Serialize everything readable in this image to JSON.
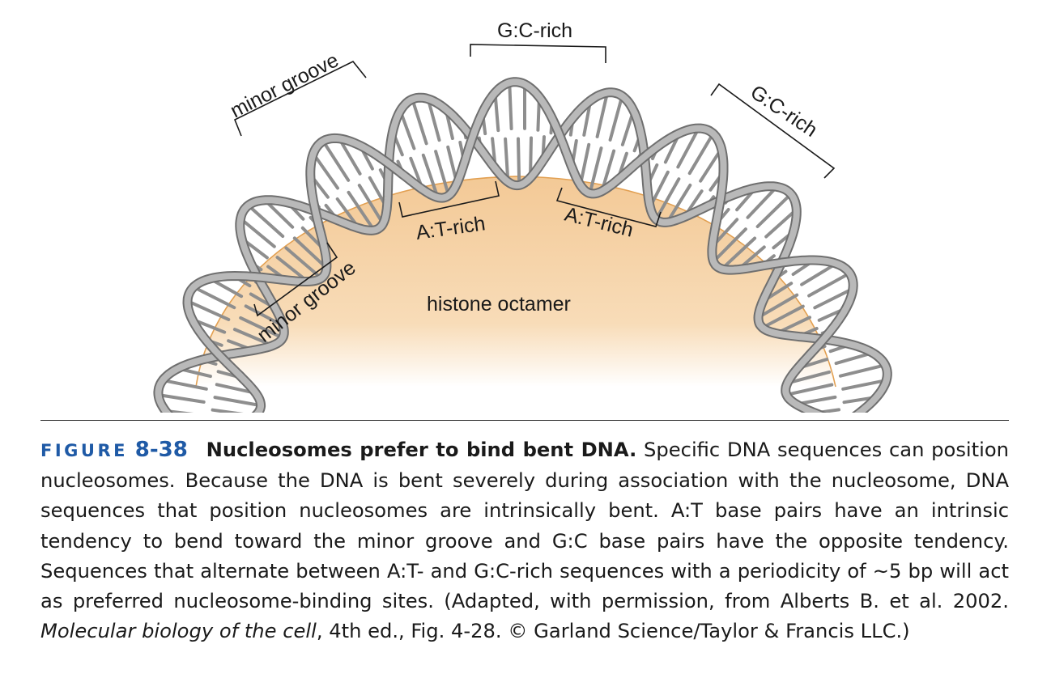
{
  "figure": {
    "labels": {
      "minor_groove_top": "minor groove",
      "minor_groove_bottom": "minor groove",
      "gc_rich_top": "G:C-rich",
      "gc_rich_right": "G:C-rich",
      "at_rich_left": "A:T-rich",
      "at_rich_right": "A:T-rich",
      "histone": "histone octamer"
    },
    "colors": {
      "histone_fill": "#f3c996",
      "histone_edge": "#e2a052",
      "dna_strand": "#b9b9b9",
      "dna_edge": "#6f6f6f",
      "base_pair": "#8e8e8e"
    }
  },
  "caption": {
    "figure_word": "FIGURE",
    "figure_number": "8-38",
    "title": "Nucleosomes prefer to bind bent DNA.",
    "body": " Specific DNA sequences can position nucleosomes. Because the DNA is bent severely during association with the nucleosome, DNA sequences that position nucleosomes are intrinsically bent. A:T base pairs have an intrinsic tendency to bend toward the minor groove and G:C base pairs have the opposite tendency. Sequences that alternate between A:T- and G:C-rich sequences with a periodicity of ∼5 bp will act as preferred nucleosome-binding sites. (Adapted, with permission, from Alberts B. et al. 2002. ",
    "source_italic": "Molecular biology of the cell",
    "source_end": ", 4th ed., Fig. 4-28. © Garland Science/Taylor & Francis LLC.)"
  }
}
